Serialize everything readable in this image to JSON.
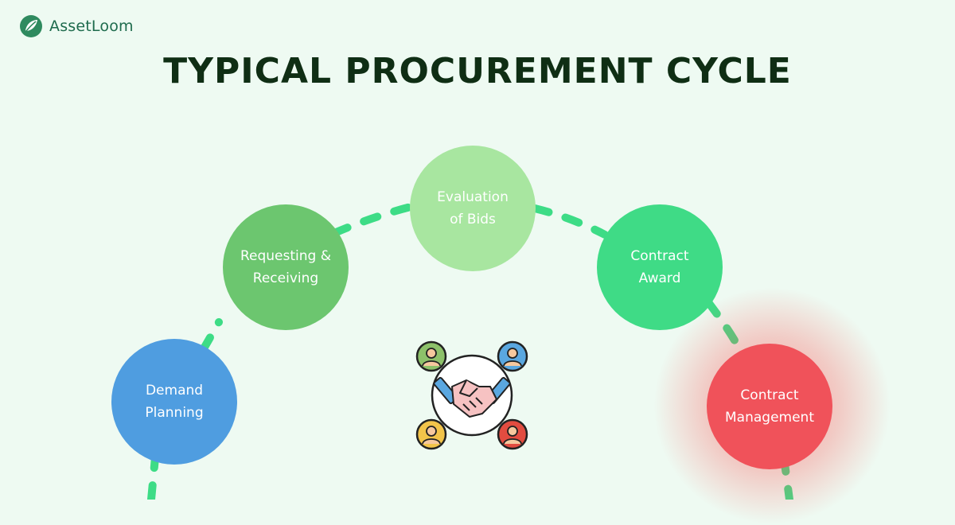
{
  "brand": {
    "name": "AssetLoom",
    "color": "#2f8a5f"
  },
  "title": "TYPICAL PROCUREMENT CYCLE",
  "steps": [
    {
      "label_line1": "Demand",
      "label_line2": "Planning",
      "color": "#4f9de0"
    },
    {
      "label_line1": "Requesting &",
      "label_line2": "Receiving",
      "color": "#6cc66f"
    },
    {
      "label_line1": "Evaluation",
      "label_line2": "of Bids",
      "color": "#a8e6a0"
    },
    {
      "label_line1": "Contract",
      "label_line2": "Award",
      "color": "#3fdb86"
    },
    {
      "label_line1": "Contract",
      "label_line2": "Management",
      "color": "#f0525a"
    }
  ],
  "connector_color": "#3ddc86",
  "center_icon": "handshake-team-icon"
}
